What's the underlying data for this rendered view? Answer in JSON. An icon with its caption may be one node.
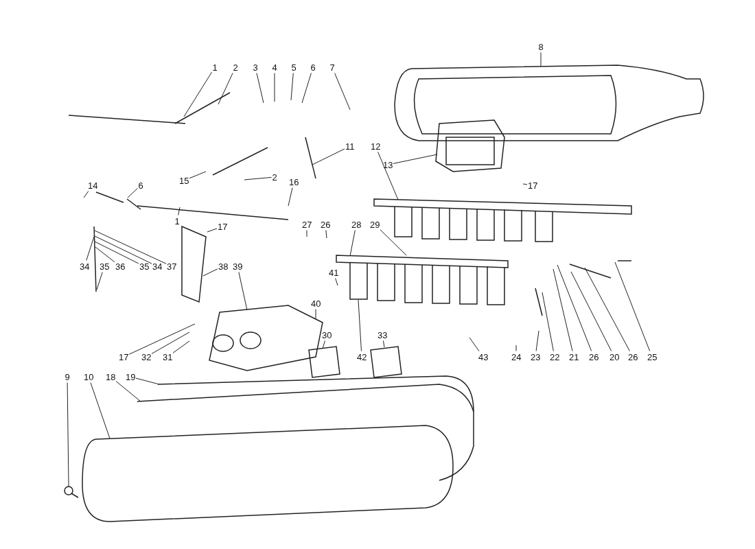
{
  "diagram": {
    "nodes": [
      {
        "text": [
          "8"
        ]
      },
      {
        "text": [
          "1"
        ]
      },
      {
        "text": [
          "2"
        ]
      },
      {
        "text": [
          "3"
        ]
      },
      {
        "text": [
          "4"
        ]
      },
      {
        "text": [
          "5"
        ]
      },
      {
        "text": [
          "6"
        ]
      },
      {
        "text": [
          "7"
        ]
      },
      {
        "text": [
          "11"
        ]
      },
      {
        "text": [
          "12"
        ]
      },
      {
        "text": [
          "13"
        ]
      },
      {
        "text": [
          "15"
        ]
      },
      {
        "text": [
          "2"
        ]
      },
      {
        "text": [
          "16"
        ]
      },
      {
        "text": [
          "14"
        ]
      },
      {
        "text": [
          "6"
        ]
      },
      {
        "text": [
          "17"
        ]
      },
      {
        "text": [
          "1"
        ]
      },
      {
        "text": [
          "17"
        ]
      },
      {
        "text": [
          "27"
        ]
      },
      {
        "text": [
          "26"
        ]
      },
      {
        "text": [
          "28"
        ]
      },
      {
        "text": [
          "29"
        ]
      },
      {
        "text": [
          "34"
        ]
      },
      {
        "text": [
          "35"
        ]
      },
      {
        "text": [
          "36"
        ]
      },
      {
        "text": [
          "35"
        ]
      },
      {
        "text": [
          "34"
        ]
      },
      {
        "text": [
          "37"
        ]
      },
      {
        "text": [
          "38"
        ]
      },
      {
        "text": [
          "39"
        ]
      },
      {
        "text": [
          "40"
        ]
      },
      {
        "text": [
          "41"
        ]
      },
      {
        "text": [
          "30"
        ]
      },
      {
        "text": [
          "33"
        ]
      },
      {
        "text": [
          "17"
        ]
      },
      {
        "text": [
          "32"
        ]
      },
      {
        "text": [
          "31"
        ]
      },
      {
        "text": [
          "42"
        ]
      },
      {
        "text": [
          "43"
        ]
      },
      {
        "text": [
          "24"
        ]
      },
      {
        "text": [
          "23"
        ]
      },
      {
        "text": [
          "22"
        ]
      },
      {
        "text": [
          "21"
        ]
      },
      {
        "text": [
          "26"
        ]
      },
      {
        "text": [
          "20"
        ]
      },
      {
        "text": [
          "26"
        ]
      },
      {
        "text": [
          "25"
        ]
      },
      {
        "text": [
          "9"
        ]
      },
      {
        "text": [
          "10"
        ]
      },
      {
        "text": [
          "18"
        ]
      },
      {
        "text": [
          "19"
        ]
      },
      {
        "text": [],
        "shape": "picture"
      },
      {
        "text": [],
        "shape": "picture"
      },
      {
        "text": [],
        "shape": "picture"
      },
      {
        "text": [],
        "shape": "picture"
      },
      {
        "text": [],
        "shape": "picture"
      },
      {
        "text": [],
        "shape": "picture"
      },
      {
        "text": [],
        "shape": "picture"
      },
      {
        "text": [],
        "shape": "picture"
      },
      {
        "text": [],
        "shape": "picture"
      }
    ],
    "edges": [
      {
        "from": 0,
        "to": 52,
        "arrow": "none"
      },
      {
        "from": 1,
        "to": null,
        "arrow": "none"
      },
      {
        "from": 2,
        "to": null,
        "arrow": "none"
      },
      {
        "from": 3,
        "to": null,
        "arrow": "none"
      },
      {
        "from": 4,
        "to": null,
        "arrow": "none"
      },
      {
        "from": 5,
        "to": null,
        "arrow": "none"
      },
      {
        "from": 6,
        "to": null,
        "arrow": "none"
      },
      {
        "from": 7,
        "to": null,
        "arrow": "none"
      },
      {
        "from": 8,
        "to": null,
        "arrow": "none"
      },
      {
        "from": 9,
        "to": 54,
        "arrow": "none"
      },
      {
        "from": 10,
        "to": 53,
        "arrow": "none"
      },
      {
        "from": 11,
        "to": null,
        "arrow": "none"
      },
      {
        "from": 12,
        "to": null,
        "arrow": "none"
      },
      {
        "from": 13,
        "to": null,
        "arrow": "none"
      },
      {
        "from": 14,
        "to": null,
        "arrow": "none"
      },
      {
        "from": 15,
        "to": null,
        "arrow": "none"
      },
      {
        "from": 16,
        "to": null,
        "arrow": "none"
      },
      {
        "from": 17,
        "to": null,
        "arrow": "none"
      },
      {
        "from": 18,
        "to": null,
        "arrow": "none"
      },
      {
        "from": 19,
        "to": null,
        "arrow": "none"
      },
      {
        "from": 20,
        "to": null,
        "arrow": "none"
      },
      {
        "from": 21,
        "to": 55,
        "arrow": "none"
      },
      {
        "from": 22,
        "to": 55,
        "arrow": "none"
      },
      {
        "from": 23,
        "to": null,
        "arrow": "none"
      },
      {
        "from": 24,
        "to": null,
        "arrow": "none"
      },
      {
        "from": 25,
        "to": null,
        "arrow": "none"
      },
      {
        "from": 26,
        "to": null,
        "arrow": "none"
      },
      {
        "from": 27,
        "to": null,
        "arrow": "none"
      },
      {
        "from": 28,
        "to": null,
        "arrow": "none"
      },
      {
        "from": 29,
        "to": null,
        "arrow": "none"
      },
      {
        "from": 30,
        "to": 56,
        "arrow": "none"
      },
      {
        "from": 31,
        "to": 56,
        "arrow": "none"
      },
      {
        "from": 32,
        "to": 55,
        "arrow": "none"
      },
      {
        "from": 33,
        "to": 57,
        "arrow": "none"
      },
      {
        "from": 34,
        "to": 58,
        "arrow": "none"
      },
      {
        "from": 35,
        "to": null,
        "arrow": "none"
      },
      {
        "from": 36,
        "to": null,
        "arrow": "none"
      },
      {
        "from": 37,
        "to": null,
        "arrow": "none"
      },
      {
        "from": 38,
        "to": 55,
        "arrow": "none"
      },
      {
        "from": 39,
        "to": null,
        "arrow": "none"
      },
      {
        "from": 40,
        "to": null,
        "arrow": "none"
      },
      {
        "from": 41,
        "to": null,
        "arrow": "none"
      },
      {
        "from": 42,
        "to": null,
        "arrow": "none"
      },
      {
        "from": 43,
        "to": null,
        "arrow": "none"
      },
      {
        "from": 44,
        "to": null,
        "arrow": "none"
      },
      {
        "from": 45,
        "to": null,
        "arrow": "none"
      },
      {
        "from": 46,
        "to": null,
        "arrow": "none"
      },
      {
        "from": 47,
        "to": null,
        "arrow": "none"
      },
      {
        "from": 48,
        "to": 60,
        "arrow": "none"
      },
      {
        "from": 49,
        "to": 59,
        "arrow": "none"
      },
      {
        "from": 50,
        "to": 59,
        "arrow": "none"
      },
      {
        "from": 51,
        "to": 59,
        "arrow": "none"
      }
    ]
  }
}
